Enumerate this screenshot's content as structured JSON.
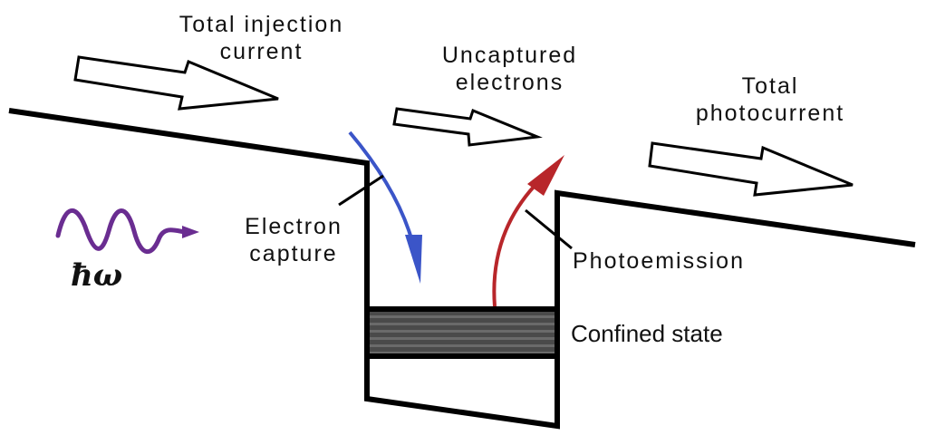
{
  "labels": {
    "total_injection_current": [
      "Total injection",
      "current"
    ],
    "uncaptured_electrons": [
      "Uncaptured",
      "electrons"
    ],
    "total_photocurrent": [
      "Total",
      "photocurrent"
    ],
    "electron_capture": [
      "Electron",
      "capture"
    ],
    "photoemission": "Photoemission",
    "confined_state": "Confined state",
    "photon_energy": "ħω"
  },
  "colors": {
    "capture_arrow": "#3b55c8",
    "emission_arrow": "#b8262a",
    "photon_wave": "#6a2d91",
    "lines": "#000000",
    "confined_band": "#555555"
  },
  "icons": {
    "flow_arrow": "hollow-right-arrow",
    "photon": "wavy-arrow"
  }
}
